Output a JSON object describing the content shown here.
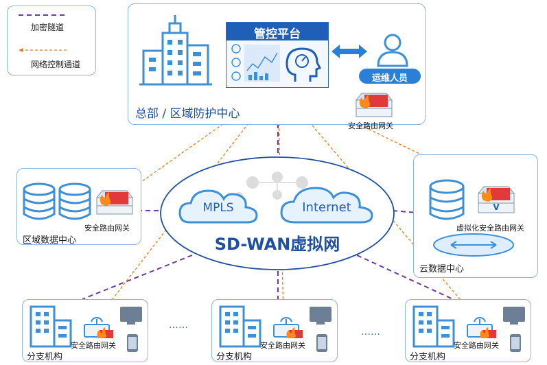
{
  "legend": {
    "encrypted_tunnel": "加密隧道",
    "control_channel": "网络控制通道"
  },
  "hq": {
    "title": "总部 / 区域防护中心",
    "platform": "管控平台",
    "ops": "运维人员",
    "gateway": "安全路由网关"
  },
  "regional_dc": {
    "title": "区域数据中心",
    "gateway": "安全路由网关"
  },
  "cloud_dc": {
    "title": "云数据中心",
    "gateway": "虚拟化安全路由网关"
  },
  "network": {
    "mpls": "MPLS",
    "internet": "Internet",
    "sdwan": "SD-WAN虚拟网"
  },
  "branches": [
    {
      "title": "分支机构",
      "gateway": "安全路由网关"
    },
    {
      "title": "分支机构",
      "gateway": "安全路由网关"
    },
    {
      "title": "分支机构",
      "gateway": "安全路由网关"
    }
  ],
  "ellipsis": [
    "……",
    "……"
  ],
  "colors": {
    "box_border": "#8cb3e6",
    "icon_blue": "#3d8fd6",
    "tunnel": "#6a3aa0",
    "control": "#f07a1a",
    "title_blue": "#1f4fa3"
  }
}
